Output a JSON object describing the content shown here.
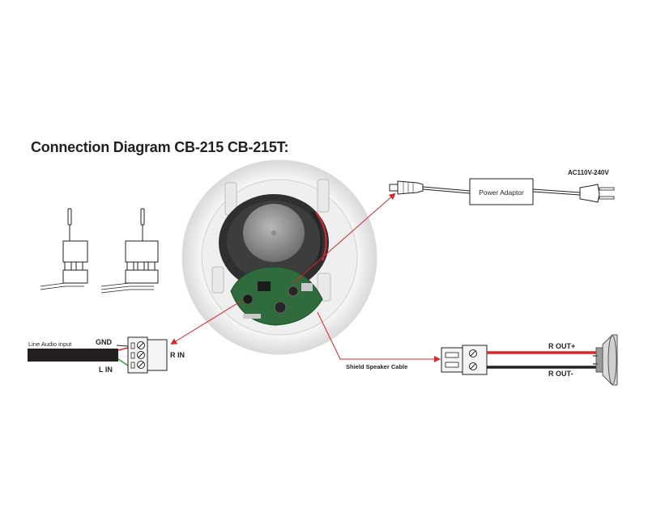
{
  "title": "Connection Diagram CB-215 CB-215T:",
  "labels": {
    "power_adaptor": "Power Adaptor",
    "ac_voltage": "AC110V-240V",
    "line_audio_input": "Line Audio input",
    "gnd": "GND",
    "lin": "L IN",
    "rin": "R IN",
    "shield_cable": "Shield Speaker Cable",
    "rout_plus": "R OUT+",
    "rout_minus": "R OUT-"
  },
  "colors": {
    "callout_arrow": "#d7282f",
    "wire_red": "#d7282f",
    "wire_black": "#231f20",
    "wire_green": "#3a9a4a",
    "wire_white": "#f2f2f2",
    "pcb_green": "#2f6b3c",
    "speaker_cone": "#4a4a4a",
    "terminal_body": "#f4f4f4"
  },
  "icons": [
    "screwdriver-icon",
    "terminal-block-icon",
    "speaker-driver-icon",
    "power-plug-icon",
    "dc-connector-icon"
  ]
}
